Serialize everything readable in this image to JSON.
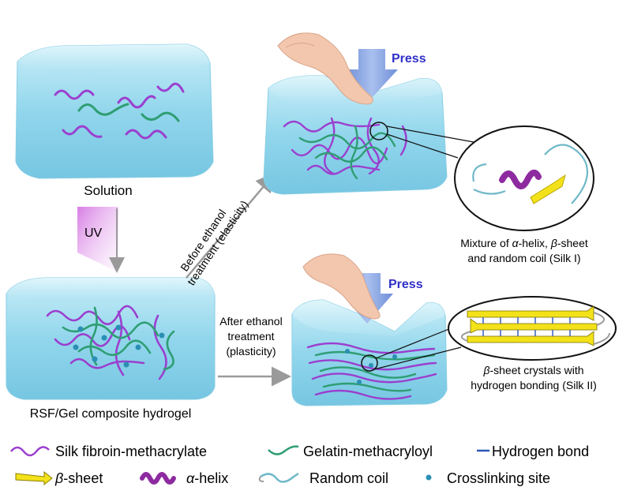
{
  "labels": {
    "solution": "Solution",
    "uv": "UV",
    "hydrogel": "RSF/Gel composite hydrogel",
    "before_line1": "Before ethanol",
    "before_line2": "treatment (elasticity)",
    "after_line1": "After ethanol",
    "after_line2": "treatment",
    "after_line3": "(plasticity)",
    "press_top": "Press",
    "press_bottom": "Press",
    "silk1_line1_a": "Mixture of ",
    "silk1_line1_alpha": "α",
    "silk1_line1_b": "-helix, ",
    "silk1_line1_beta": "β",
    "silk1_line1_c": "-sheet",
    "silk1_line2": "and random coil (Silk I)",
    "silk2_line1_beta": "β",
    "silk2_line1_b": "-sheet crystals with",
    "silk2_line2": "hydrogen bonding (Silk II)"
  },
  "legend": {
    "silk_fibroin": "Silk fibroin-methacrylate",
    "gelatin": "Gelatin-methacryloyl",
    "hbond": "Hydrogen bond",
    "beta_sym": "β",
    "beta_rest": "-sheet",
    "alpha_sym": "α",
    "alpha_rest": "-helix",
    "random_coil": "Random coil",
    "crosslink": "Crosslinking site"
  },
  "colors": {
    "hydrogel_fill": "#9fdcee",
    "silk_fibroin": "#9b3fcf",
    "gelatin": "#2f9e73",
    "hbond": "#2b56b5",
    "beta_sheet": "#f3e21a",
    "alpha_helix": "#8e2aa0",
    "random_coil": "#6fb8c8",
    "crosslink": "#2a8fb3",
    "press_arrow": "#7e9fe0",
    "press_text": "#2f2fc8",
    "uv": "#d78ae4"
  }
}
